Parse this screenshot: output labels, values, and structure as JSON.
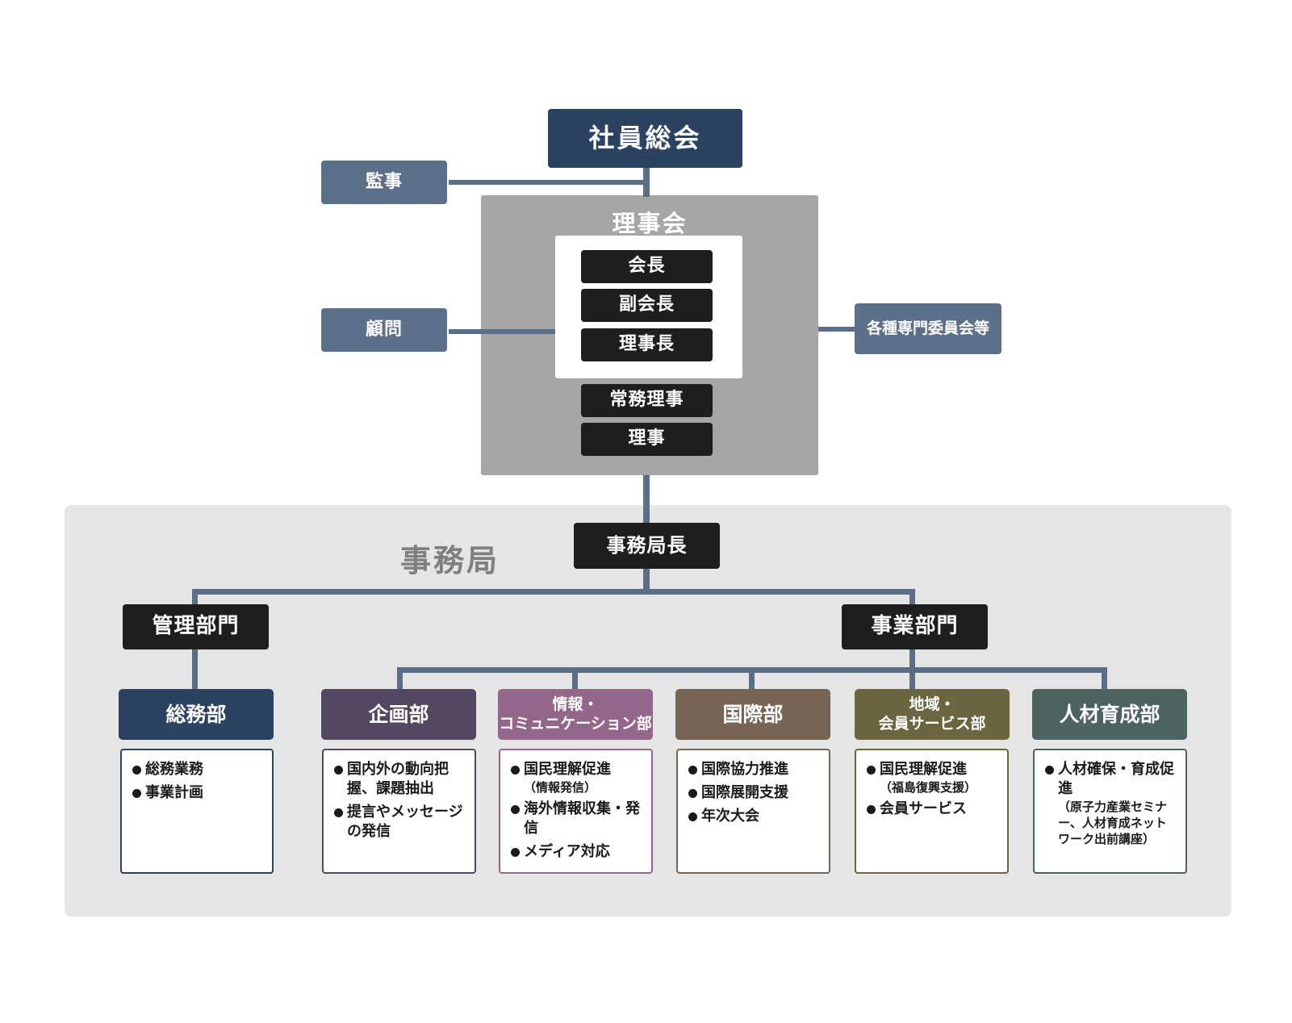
{
  "top": {
    "general_assembly": "社員総会",
    "auditor": "監事",
    "advisor": "顧問",
    "committees": "各種専門委員会等"
  },
  "board": {
    "title": "理事会",
    "chair": "会長",
    "vice_chair": "副会長",
    "president": "理事長",
    "executive_director": "常務理事",
    "director": "理事"
  },
  "office": {
    "title": "事務局",
    "secretary_general": "事務局長",
    "admin_division": "管理部門",
    "business_division": "事業部門"
  },
  "departments": [
    {
      "name_line1": "総務部",
      "name_line2": "",
      "color": "#2b4262",
      "duties": [
        {
          "text": "総務業務",
          "note": ""
        },
        {
          "text": "事業計画",
          "note": ""
        }
      ]
    },
    {
      "name_line1": "企画部",
      "name_line2": "",
      "color": "#534860",
      "duties": [
        {
          "text": "国内外の動向把握、課題抽出",
          "note": ""
        },
        {
          "text": "提言やメッセージの発信",
          "note": ""
        }
      ]
    },
    {
      "name_line1": "情報・",
      "name_line2": "コミュニケーション部",
      "color": "#94668a",
      "duties": [
        {
          "text": "国民理解促進",
          "note": "（情報発信）"
        },
        {
          "text": "海外情報収集・発信",
          "note": ""
        },
        {
          "text": "メディア対応",
          "note": ""
        }
      ]
    },
    {
      "name_line1": "国際部",
      "name_line2": "",
      "color": "#766457",
      "duties": [
        {
          "text": "国際協力推進",
          "note": ""
        },
        {
          "text": "国際展開支援",
          "note": ""
        },
        {
          "text": "年次大会",
          "note": ""
        }
      ]
    },
    {
      "name_line1": "地域・",
      "name_line2": "会員サービス部",
      "color": "#6b6540",
      "duties": [
        {
          "text": "国民理解促進",
          "note": "（福島復興支援）"
        },
        {
          "text": "会員サービス",
          "note": ""
        }
      ]
    },
    {
      "name_line1": "人材育成部",
      "name_line2": "",
      "color": "#4d6361",
      "duties": [
        {
          "text": "人材確保・育成促進",
          "note": "（原子力産業セミナー、人材育成ネットワーク出前講座）"
        }
      ]
    }
  ],
  "colors": {
    "connector": "#5b6d87",
    "navy": "#2b4262",
    "slate": "#5d7089",
    "black": "#1e1e1e",
    "board_gray": "#a6a6a6",
    "office_gray": "#e5e5e5"
  }
}
